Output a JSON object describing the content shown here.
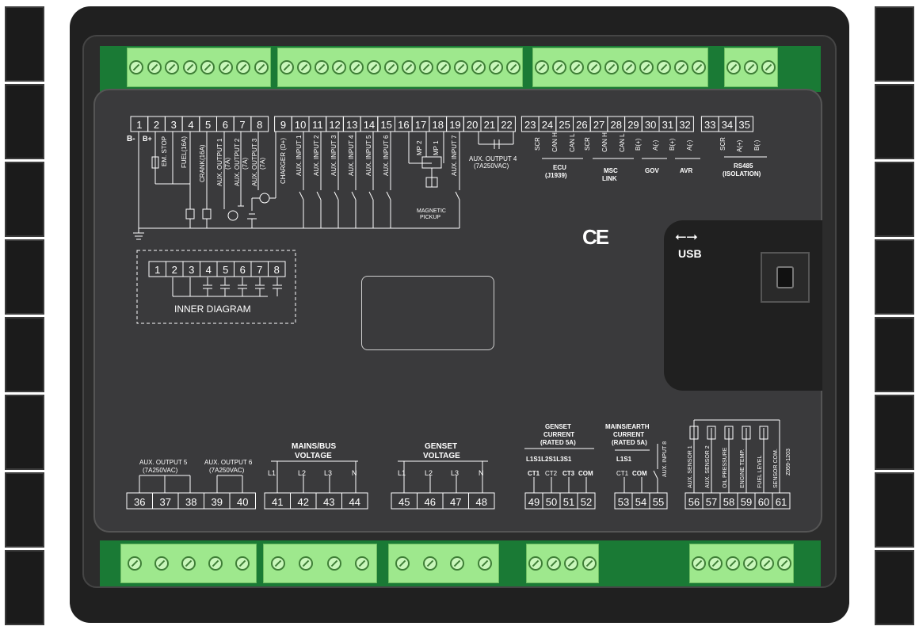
{
  "terminals": {
    "top": [
      "1",
      "2",
      "3",
      "4",
      "5",
      "6",
      "7",
      "8",
      "9",
      "10",
      "11",
      "12",
      "13",
      "14",
      "15",
      "16",
      "17",
      "18",
      "19",
      "20",
      "21",
      "22",
      "23",
      "24",
      "25",
      "26",
      "27",
      "28",
      "29",
      "30",
      "31",
      "32",
      "33",
      "34",
      "35"
    ],
    "inner": [
      "1",
      "2",
      "3",
      "4",
      "5",
      "6",
      "7",
      "8"
    ],
    "bottom_a": [
      "36",
      "37",
      "38",
      "39",
      "40"
    ],
    "bottom_b": [
      "41",
      "42",
      "43",
      "44"
    ],
    "bottom_c": [
      "45",
      "46",
      "47",
      "48"
    ],
    "bottom_d": [
      "49",
      "50",
      "51",
      "52"
    ],
    "bottom_e": [
      "53",
      "54",
      "55"
    ],
    "bottom_f": [
      "56",
      "57",
      "58",
      "59",
      "60",
      "61"
    ]
  },
  "labels": {
    "b_minus": "B-",
    "b_plus": "B+",
    "em_stop": "EM. STOP",
    "fuel": "FUEL(16A)",
    "crank": "CRANK(16A)",
    "aux_out1": "AUX. OUTPUT 1",
    "aux_out1_rating": "(7A)",
    "aux_out2": "AUX. OUTPUT 2",
    "aux_out2_rating": "(7A)",
    "aux_out3": "AUX. OUTPUT 3",
    "aux_out3_rating": "(7A)",
    "charger": "CHARGER (D+)",
    "aux_in1": "AUX. INPUT 1",
    "aux_in2": "AUX. INPUT 2",
    "aux_in3": "AUX. INPUT 3",
    "aux_in4": "AUX. INPUT 4",
    "aux_in5": "AUX. INPUT 5",
    "aux_in6": "AUX. INPUT 6",
    "mp2": "MP 2",
    "mp1": "MP 1",
    "aux_in7": "AUX. INPUT 7",
    "magnetic": "MAGNETIC",
    "pickup": "PICKUP",
    "aux_out4": "AUX. OUTPUT 4",
    "aux_out4_rating": "(7A250VAC)",
    "scr": "SCR",
    "can_h": "CAN H",
    "can_l": "CAN L",
    "ecu": "ECU",
    "j1939": "(J1939)",
    "msc": "MSC",
    "link": "LINK",
    "b_plus_p": "B(+)",
    "a_minus": "A(-)",
    "gov": "GOV",
    "avr": "AVR",
    "a_plus": "A(+)",
    "b_minus_p": "B(-)",
    "rs485": "RS485",
    "isolation": "(ISOLATION)",
    "inner_diagram": "INNER DIAGRAM",
    "ce_mark": "CE",
    "usb": "USB",
    "aux_out5": "AUX. OUTPUT 5",
    "aux_out5_rating": "(7A250VAC)",
    "aux_out6": "AUX. OUTPUT 6",
    "aux_out6_rating": "(7A250VAC)",
    "mains_bus": "MAINS/BUS",
    "voltage": "VOLTAGE",
    "genset": "GENSET",
    "l1": "L1",
    "l2": "L2",
    "l3": "L3",
    "n": "N",
    "genset_current_1": "GENSET",
    "genset_current_2": "CURRENT",
    "genset_current_3": "(RATED 5A)",
    "l1s1l2s1l3s1": "L1S1L2S1L3S1",
    "ct1": "CT1",
    "ct2": "CT2",
    "ct3": "CT3",
    "com": "COM",
    "mains_earth_1": "MAINS/EARTH",
    "mains_earth_2": "CURRENT",
    "mains_earth_3": "(RATED 5A)",
    "l1s1": "L1S1",
    "aux_in8": "AUX. INPUT 8",
    "aux_sensor1": "AUX. SENSOR 1",
    "aux_sensor2": "AUX. SENSOR 2",
    "oil_pressure": "OIL PRESSURE",
    "engine_temp": "ENGINE TEMP.",
    "fuel_level": "FUEL LEVEL",
    "sensor_com": "SENSOR COM.",
    "model_code": "Z059-1203"
  },
  "colors": {
    "terminal_green": "#9ee88d",
    "strip_green": "#1a7a35",
    "panel": "#3a3a3c",
    "frame": "#202020"
  }
}
